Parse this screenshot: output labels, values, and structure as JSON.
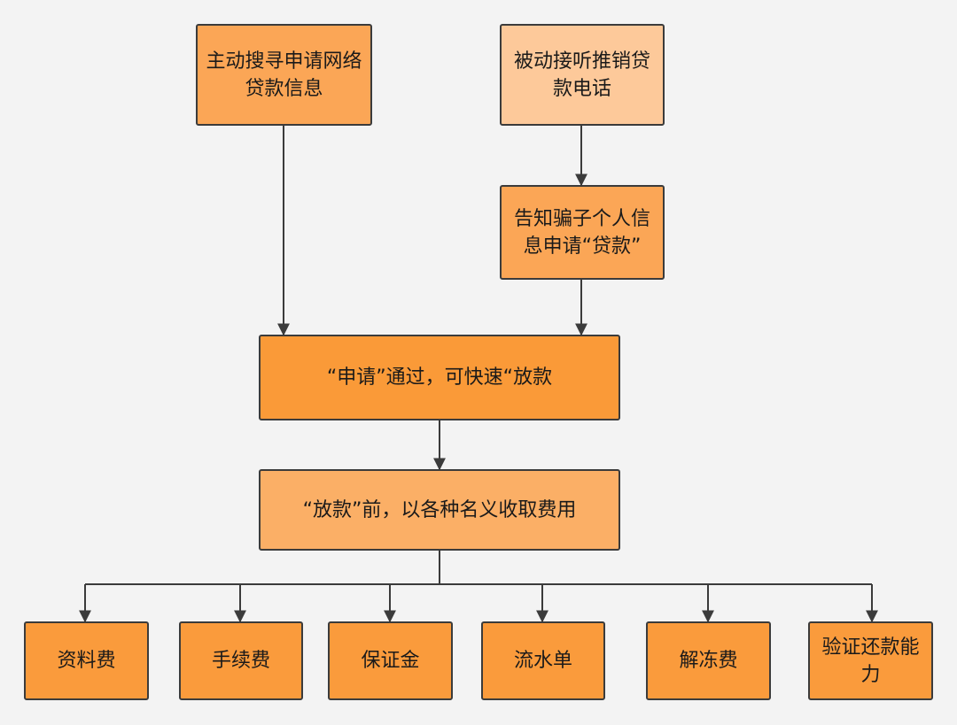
{
  "nodes": {
    "active_search": "主动搜寻申请网络贷款信息",
    "passive_call": "被动接听推销贷款电话",
    "tell_scammer": "告知骗子个人信息申请“贷款”",
    "approved": "“申请”通过，可快速“放款",
    "pre_fee": "“放款”前，以各种名义收取费用",
    "fees": [
      "资料费",
      "手续费",
      "保证金",
      "流水单",
      "解冻费",
      "验证还款能力"
    ]
  },
  "colors": {
    "box_dark": "#fa9a38",
    "box_mid": "#fba656",
    "box_light": "#fdc99a",
    "border": "#3b3b3b",
    "line": "#3b3b3b",
    "background": "#f3f3f3"
  }
}
